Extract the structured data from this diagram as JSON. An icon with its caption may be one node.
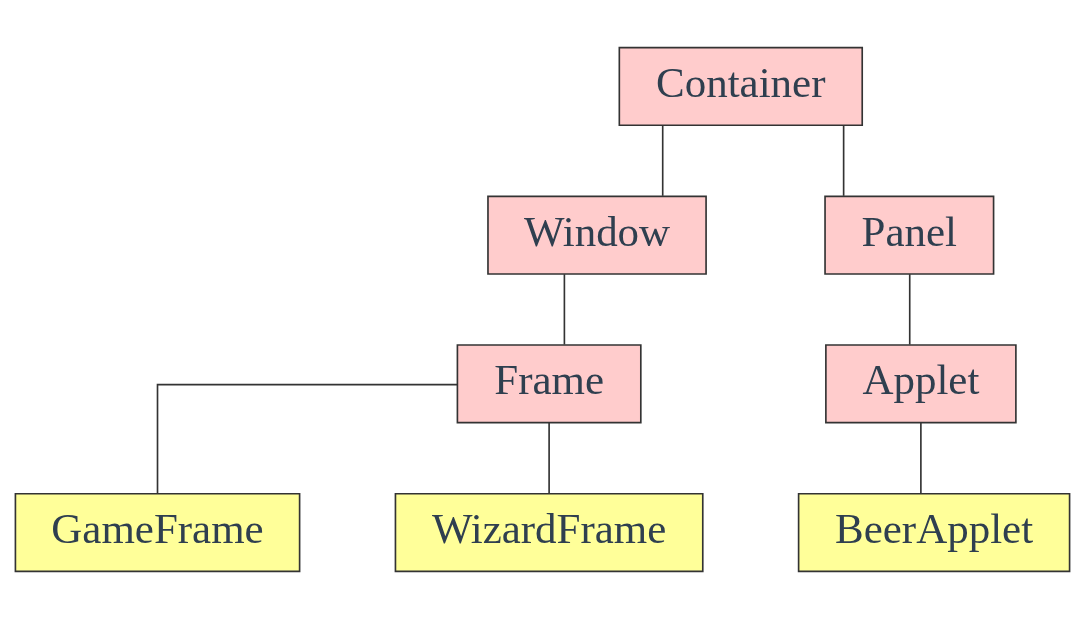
{
  "diagram": {
    "nodes": [
      {
        "text": [
          "Container"
        ]
      },
      {
        "text": [
          "Window"
        ]
      },
      {
        "text": [
          "Panel"
        ]
      },
      {
        "text": [
          "Frame"
        ]
      },
      {
        "text": [
          "Applet"
        ]
      },
      {
        "text": [
          "BeerApplet"
        ]
      },
      {
        "text": [
          "GameFrame"
        ]
      },
      {
        "text": [
          "WizardFrame"
        ]
      }
    ],
    "edges": [
      {
        "from": 0,
        "to": 1,
        "arrow": "none"
      },
      {
        "from": 0,
        "to": 2,
        "arrow": "none"
      },
      {
        "from": 1,
        "to": 3,
        "arrow": "none"
      },
      {
        "from": 2,
        "to": 4,
        "arrow": "none"
      },
      {
        "from": 4,
        "to": 5,
        "arrow": "none"
      },
      {
        "from": 3,
        "to": 6,
        "arrow": "none"
      },
      {
        "from": 3,
        "to": 7,
        "arrow": "none"
      }
    ]
  }
}
